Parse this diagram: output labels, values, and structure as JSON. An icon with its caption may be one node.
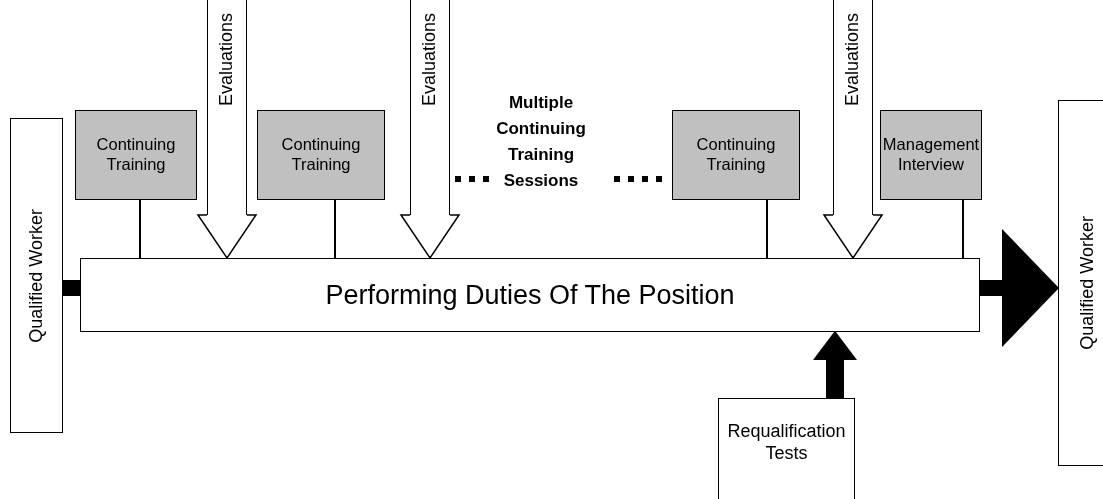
{
  "diagram": {
    "nodes": [
      {
        "text": [
          "Qualified Worker"
        ]
      },
      {
        "text": [
          "Continuing Training"
        ]
      },
      {
        "text": [
          "Evaluations"
        ]
      },
      {
        "text": [
          "Continuing Training"
        ]
      },
      {
        "text": [
          "Evaluations"
        ]
      },
      {
        "text": [
          "Continuing Training"
        ]
      },
      {
        "text": [
          "Evaluations"
        ]
      },
      {
        "text": [
          "Management Interview"
        ]
      },
      {
        "text": [
          "Performing Duties Of The Position"
        ]
      },
      {
        "text": [
          "Requalification Tests"
        ]
      },
      {
        "text": [
          "Qualified Worker"
        ]
      }
    ],
    "edges": [
      {
        "from": 0,
        "to": 8,
        "arrow": "none",
        "style": "thick"
      },
      {
        "from": 1,
        "to": 8,
        "arrow": "none"
      },
      {
        "from": 2,
        "to": 8,
        "arrow": "to"
      },
      {
        "from": 3,
        "to": 8,
        "arrow": "none"
      },
      {
        "from": 4,
        "to": 8,
        "arrow": "to"
      },
      {
        "from": 5,
        "to": 8,
        "arrow": "none"
      },
      {
        "from": 6,
        "to": 8,
        "arrow": "to"
      },
      {
        "from": 7,
        "to": 8,
        "arrow": "none"
      },
      {
        "from": 9,
        "to": 8,
        "arrow": "to",
        "style": "thick"
      },
      {
        "from": 8,
        "to": 10,
        "arrow": "to",
        "style": "thick"
      }
    ],
    "labels": [
      "Multiple Continuing Training Sessions"
    ]
  }
}
